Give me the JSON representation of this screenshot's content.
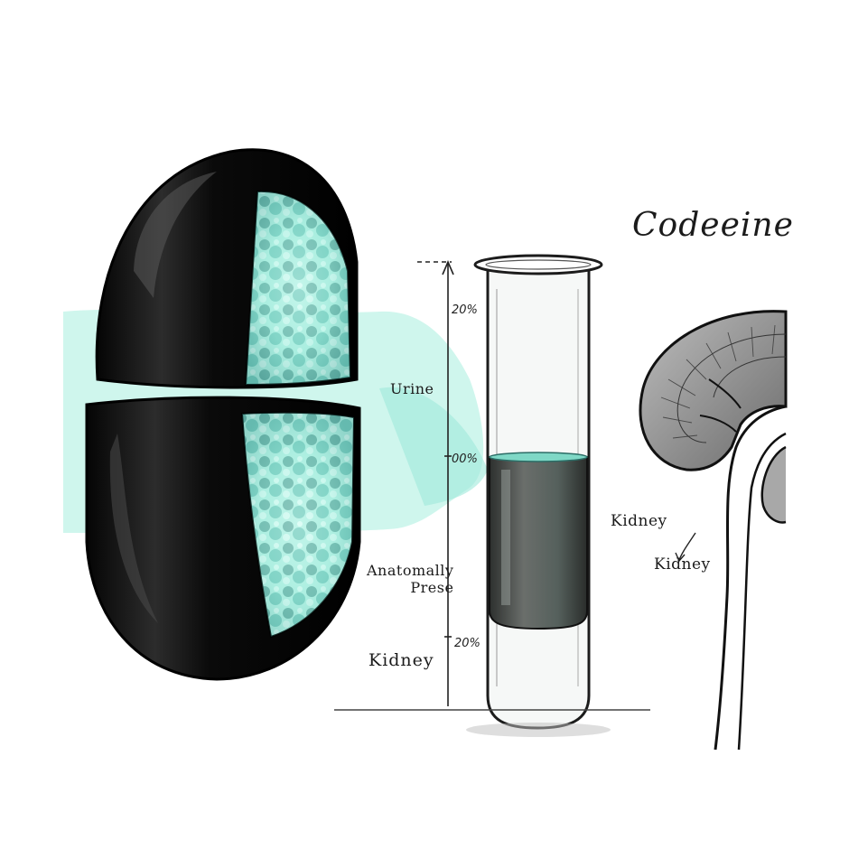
{
  "illustration": {
    "title": "Codeeine",
    "labels": {
      "urine": "Urine",
      "anatomy_line1": "Anatomally",
      "anatomy_line2": "Prese",
      "kidney_left": "Kidney",
      "kidney_right_1": "Kidney",
      "kidney_right_2": "Kidney"
    },
    "scale_ticks": {
      "top": "20%",
      "middle": "00%",
      "bottom": "20%"
    },
    "tube_fill_level": 0.42,
    "colors": {
      "ink": "#111111",
      "teal_wash": "#8ee6d4",
      "teal_deep": "#2f8f86",
      "liquid": "#4b4f4c",
      "paper": "#ffffff"
    }
  }
}
